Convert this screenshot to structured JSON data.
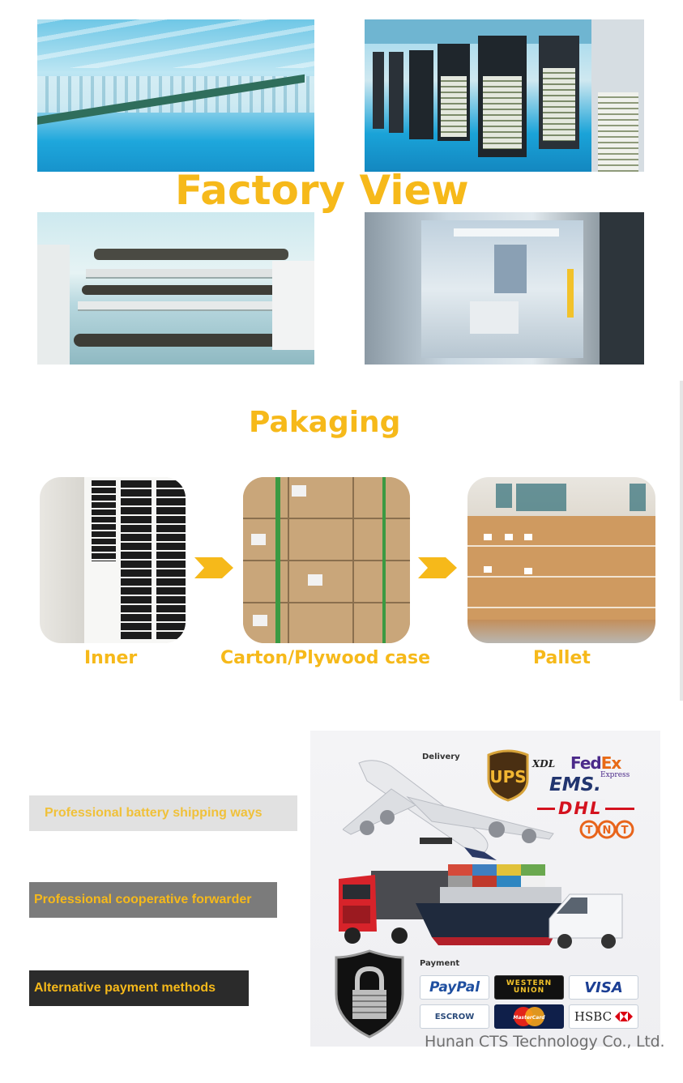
{
  "factory": {
    "title": "Factory View",
    "photos": [
      {
        "name": "clean-room-assembly-line"
      },
      {
        "name": "battery-testing-cabinets"
      },
      {
        "name": "electrode-coating-machine"
      },
      {
        "name": "cell-assembly-machine"
      }
    ]
  },
  "packaging": {
    "title": "Pakaging",
    "steps": [
      {
        "label": "Inner"
      },
      {
        "label": "Carton/Plywood case"
      },
      {
        "label": "Pallet"
      }
    ],
    "arrow_icon": "chevron-right-icon"
  },
  "features": [
    {
      "label": "Professional battery shipping ways"
    },
    {
      "label": "Professional cooperative forwarder"
    },
    {
      "label": "Alternative payment methods"
    }
  ],
  "logistics": {
    "delivery_label": "Delivery",
    "carriers": [
      "UPS",
      "XDL",
      "FedEx",
      "Express",
      "EMS.",
      "DHL",
      "TNT"
    ],
    "payment_label": "Payment",
    "payment_methods": [
      "PayPal",
      "WESTERN UNION",
      "VISA",
      "ESCROW",
      "MasterCard",
      "HSBC"
    ]
  },
  "footer": {
    "company": "Hunan CTS Technology Co., Ltd."
  },
  "colors": {
    "accent_yellow": "#f6b91a",
    "banner_light": "#e1e1e1",
    "banner_mid": "#7b7b7b",
    "banner_dark": "#2b2b2b"
  }
}
